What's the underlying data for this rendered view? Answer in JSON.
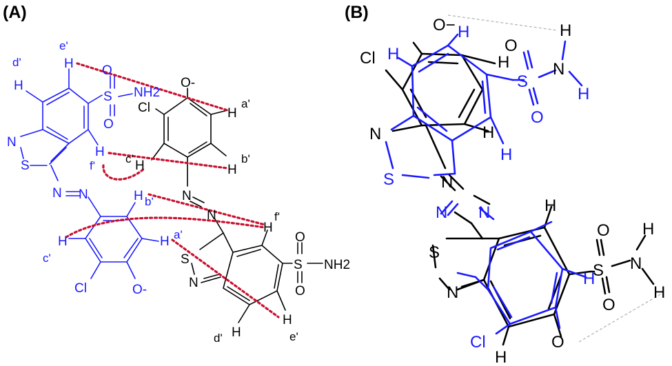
{
  "panels": {
    "a": "(A)",
    "b": "(B)"
  },
  "colors": {
    "molecule_1": "#1a1aff",
    "molecule_2": "#000000",
    "interaction": "#c8102e",
    "hbond": "#b0b0b0"
  },
  "panel_a": {
    "blue": {
      "h_e": "H",
      "lbl_e": "e'",
      "h_d": "H",
      "lbl_d": "d'",
      "so2nh2": "SO2NH2",
      "s_top": "S",
      "o1": "O",
      "o2": "O",
      "nh2": "NH2",
      "n_ring": "N",
      "s_ring": "S",
      "h_f": "H",
      "lbl_f": "f'",
      "n_azo1": "N",
      "n_azo2": "N",
      "h_b": "H",
      "lbl_b": "b'",
      "h_c": "H",
      "lbl_c": "c'",
      "h_a": "H",
      "lbl_a": "a'",
      "cl": "Cl",
      "o_minus": "O-"
    },
    "black": {
      "o_minus": "O-",
      "cl": "Cl",
      "h_a": "H",
      "lbl_a": "a'",
      "h_b": "H",
      "lbl_b": "b'",
      "h_c": "H",
      "lbl_c": "c'",
      "n_azo1": "N",
      "n_azo2": "N",
      "h_f": "H",
      "lbl_f": "f'",
      "s_ring": "S",
      "n_ring": "N",
      "s": "S",
      "o1": "O",
      "o2": "O",
      "nh2": "NH2",
      "h_d": "H",
      "lbl_d": "d'",
      "h_e": "H",
      "lbl_e": "e'"
    }
  },
  "panel_b": {
    "o_minus": "O−",
    "cl_top": "Cl",
    "h_top1": "H",
    "h_top2": "H",
    "h_nh_top": "H",
    "n_top": "N",
    "h_nh_top2": "H",
    "s_top": "S",
    "o_top1": "O",
    "o_top2": "O",
    "h_mid": "H",
    "n_ring1": "N",
    "s_ring1": "S",
    "n_azo1": "N",
    "n_azo2": "N",
    "n_azo3": "N",
    "s_ring2": "S",
    "n_ring2": "N",
    "h_ring2a": "H",
    "h_ring2b": "H",
    "s_bot": "S",
    "o_bot1": "O",
    "o_bot2": "O",
    "n_bot": "N",
    "h_nh_bot1": "H",
    "h_nh_bot2": "H",
    "h_bot_blue": "H",
    "cl_bot": "Cl",
    "o_bot": "O",
    "h_bot": "H",
    "h_last": "H"
  }
}
